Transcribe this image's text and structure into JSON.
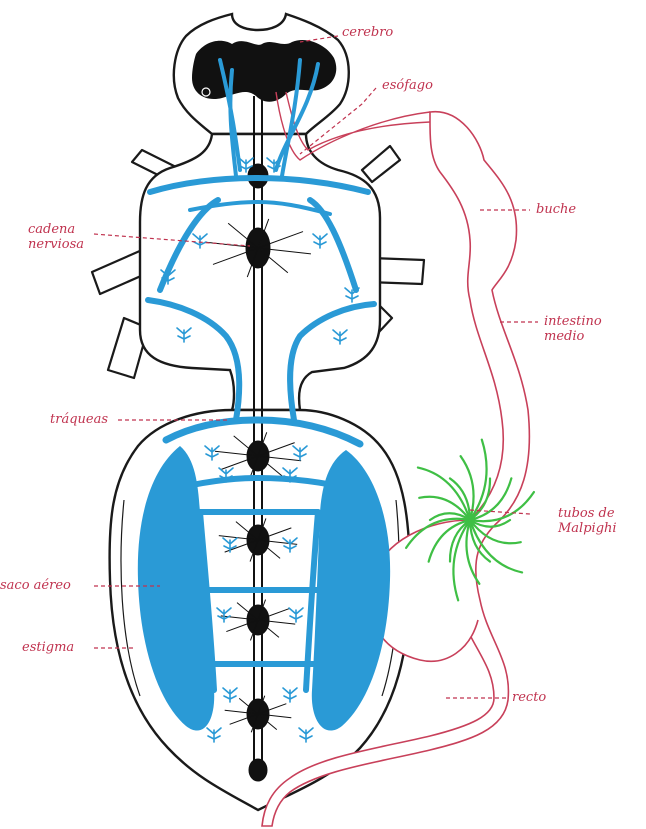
{
  "colors": {
    "label_text": "#c0334f",
    "trachea": "#2a9ad6",
    "outline": "#1a1a1a",
    "nerve": "#111111",
    "gut_outline": "#c8405a",
    "malpighi": "#3fbf45"
  },
  "labels": {
    "cerebro": "cerebro",
    "esofago": "esófago",
    "buche": "buche",
    "cadena_line1": "cadena",
    "cadena_line2": "nerviosa",
    "intestino_line1": "intestino",
    "intestino_line2": "medio",
    "traqueas": "tráqueas",
    "tubos_line1": "tubos de",
    "tubos_line2": "Malpighi",
    "saco": "saco aéreo",
    "estigma": "estigma",
    "recto": "recto"
  }
}
